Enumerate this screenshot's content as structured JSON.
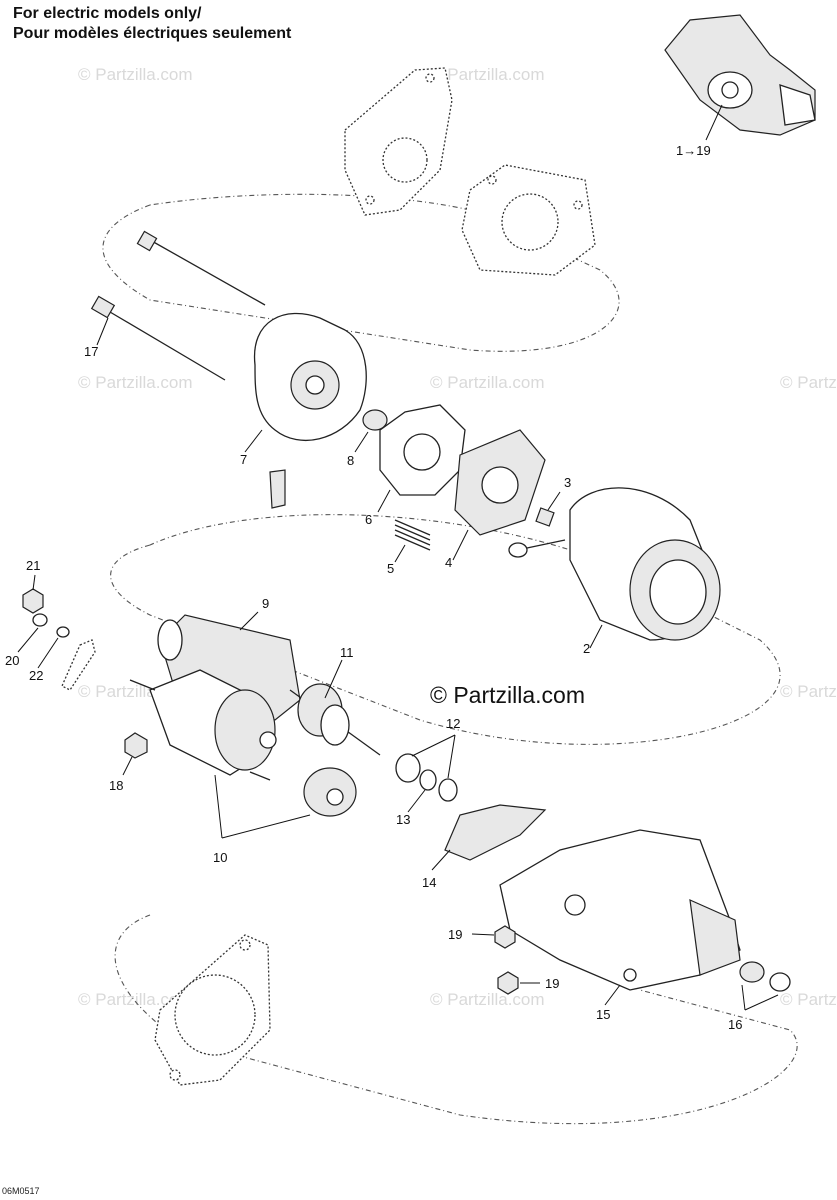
{
  "header": {
    "line1": "For electric models only/",
    "line2": "Pour modèles électriques seulement"
  },
  "inset_label": "1→19",
  "brand": "© Partzilla.com",
  "watermark": "© Partzilla.com",
  "drawing_code": "06M0517",
  "callouts": {
    "c2": "2",
    "c3": "3",
    "c4": "4",
    "c5": "5",
    "c6": "6",
    "c7": "7",
    "c8": "8",
    "c9": "9",
    "c10": "10",
    "c11": "11",
    "c12": "12",
    "c13": "13",
    "c14": "14",
    "c15": "15",
    "c16": "16",
    "c17": "17",
    "c18": "18",
    "c19a": "19",
    "c19b": "19",
    "c20": "20",
    "c21": "21",
    "c22": "22"
  }
}
